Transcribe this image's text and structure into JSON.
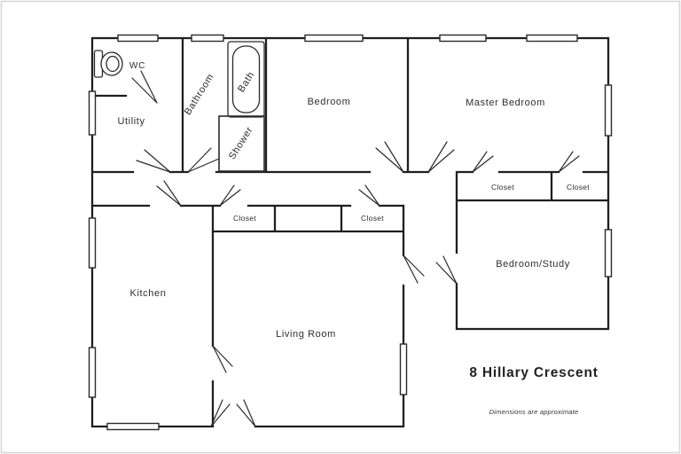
{
  "title": "8 Hillary Crescent",
  "footnote": "Dimensions are approximate",
  "rooms": {
    "wc": "WC",
    "utility": "Utility",
    "bathroom": "Bathroom",
    "bath": "Bath",
    "shower": "Shower",
    "bedroom": "Bedroom",
    "master_bedroom": "Master Bedroom",
    "bedroom_study": "Bedroom/Study",
    "kitchen": "Kitchen",
    "living_room": "Living Room",
    "closet_master_left": "Closet",
    "closet_master_right": "Closet",
    "closet_hall_left": "Closet",
    "closet_hall_right": "Closet"
  },
  "colors": {
    "wall": "#1f1f1f",
    "text": "#2e2e2e",
    "background": "#ffffff",
    "scan_edge": "#d7d5d2"
  }
}
